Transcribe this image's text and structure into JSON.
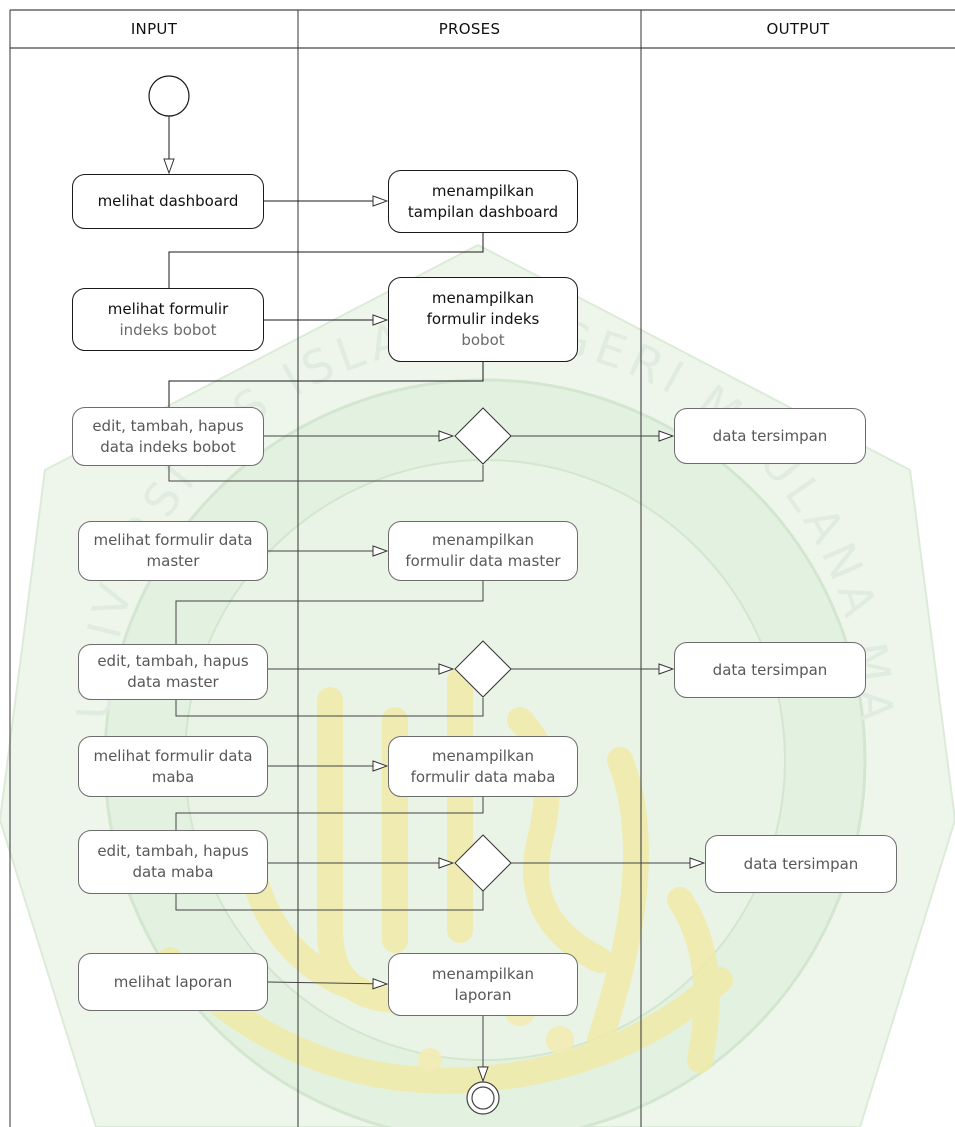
{
  "diagram": {
    "lanes": [
      {
        "name": "INPUT"
      },
      {
        "name": "PROSES"
      },
      {
        "name": "OUTPUT"
      }
    ],
    "nodes": {
      "melihat_dashboard": {
        "line1": "melihat dashboard",
        "line2": ""
      },
      "tampilan_dashboard": {
        "line1": "menampilkan",
        "line2": "tampilan dashboard"
      },
      "melihat_formulir_indeks": {
        "line1": "melihat formulir",
        "line2": "indeks bobot"
      },
      "menampilkan_formulir_indeks": {
        "line1": "menampilkan",
        "line2": "formulir indeks",
        "line3": "bobot"
      },
      "edit_indeks": {
        "line1": "edit, tambah, hapus",
        "line2": "data indeks bobot"
      },
      "output_1": {
        "line1": "data tersimpan"
      },
      "melihat_formulir_master": {
        "line1": "melihat formulir data",
        "line2": "master"
      },
      "menampilkan_formulir_master": {
        "line1": "menampilkan",
        "line2": "formulir data master"
      },
      "edit_master": {
        "line1": "edit, tambah, hapus",
        "line2": "data master"
      },
      "output_2": {
        "line1": "data tersimpan"
      },
      "melihat_formulir_maba": {
        "line1": "melihat formulir data",
        "line2": "maba"
      },
      "menampilkan_formulir_maba": {
        "line1": "menampilkan",
        "line2": "formulir data maba"
      },
      "edit_maba": {
        "line1": "edit, tambah, hapus",
        "line2": "data maba"
      },
      "output_3": {
        "line1": "data tersimpan"
      },
      "melihat_laporan": {
        "line1": "melihat laporan"
      },
      "menampilkan_laporan": {
        "line1": "menampilkan",
        "line2": "laporan"
      }
    },
    "watermark_text": "UNIVERSITAS ISLAM NEGERI MAULANA MALIK IBRAHIM"
  },
  "colors": {
    "line": "#1a1a1a",
    "faded_line": "#6d6d6d",
    "watermark_green": "#d6e9d3",
    "watermark_gold": "#f1eaa8"
  }
}
